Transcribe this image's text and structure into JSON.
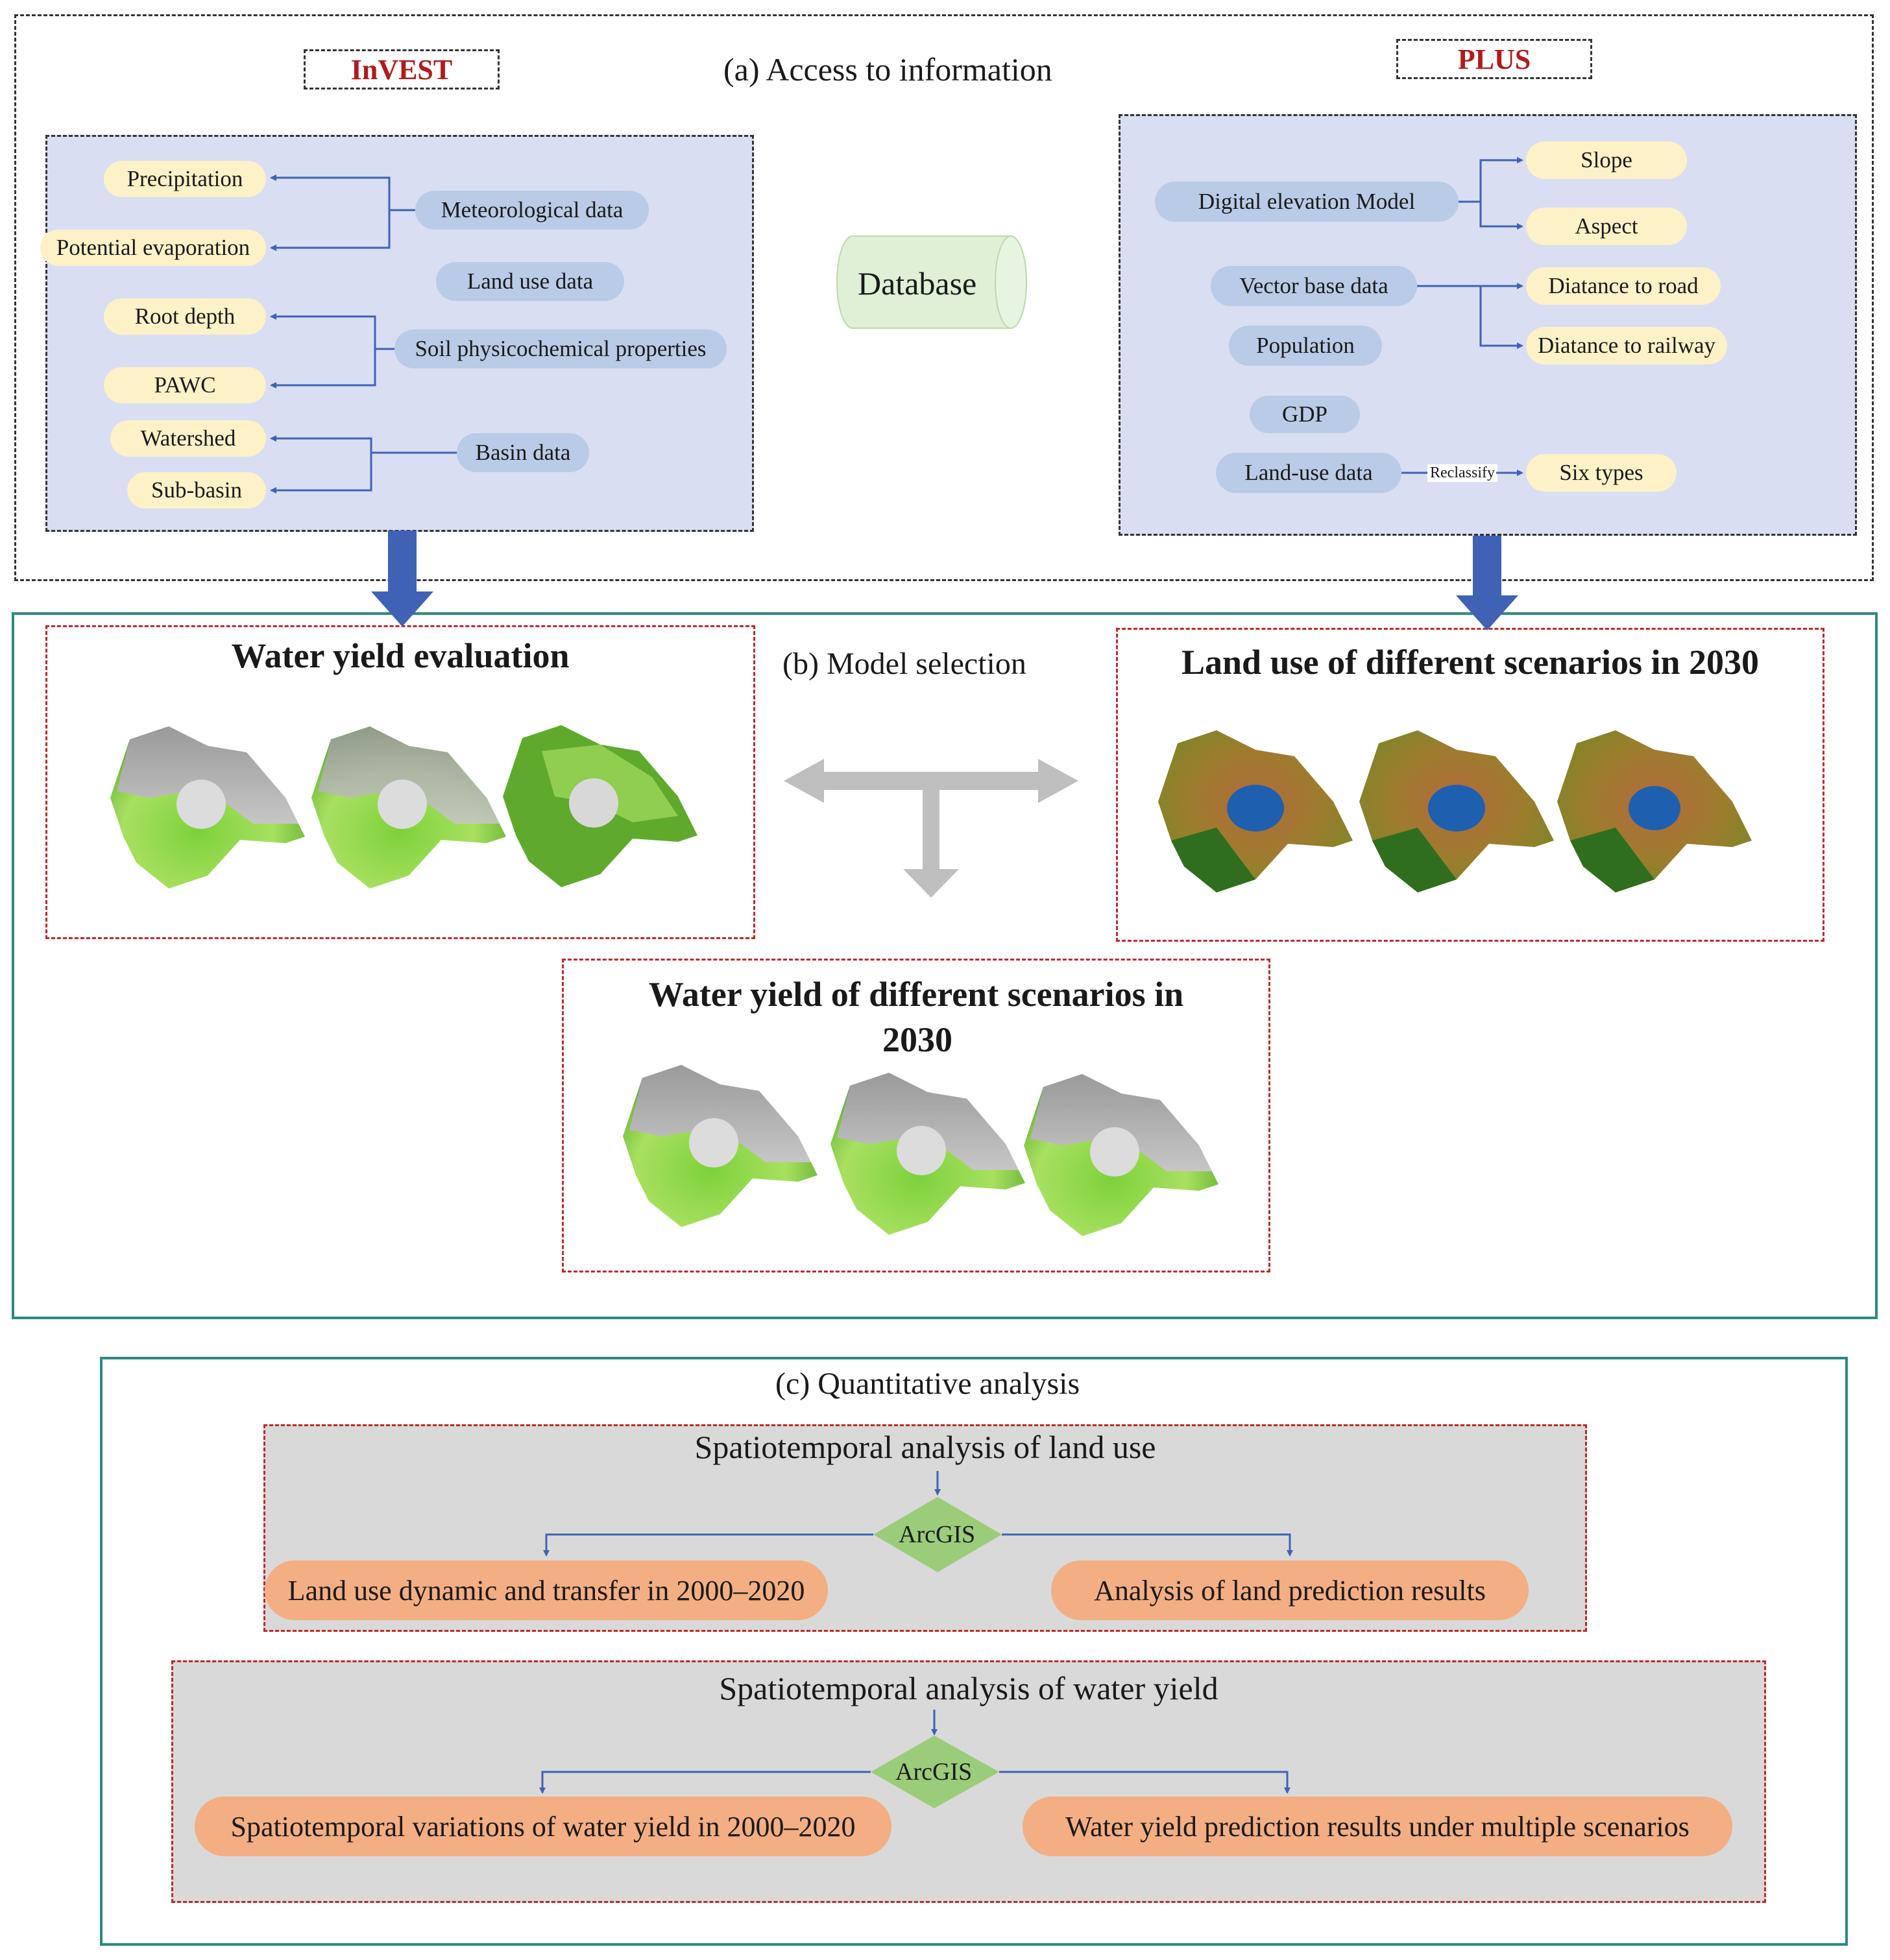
{
  "section_a": {
    "title": "(a) Access to information",
    "invest_label": "InVEST",
    "plus_label": "PLUS",
    "database_label": "Database",
    "invest": {
      "precipitation": "Precipitation",
      "potential_evaporation": "Potential evaporation",
      "meteorological": "Meteorological data",
      "land_use": "Land use data",
      "root_depth": "Root depth",
      "pawc": "PAWC",
      "soil": "Soil physicochemical properties",
      "watershed": "Watershed",
      "sub_basin": "Sub-basin",
      "basin": "Basin data"
    },
    "plus": {
      "dem": "Digital elevation Model",
      "slope": "Slope",
      "aspect": "Aspect",
      "vector": "Vector base data",
      "road": "Diatance to road",
      "railway": "Diatance to railway",
      "population": "Population",
      "gdp": "GDP",
      "land_use": "Land-use data",
      "reclassify": "Reclassify",
      "six_types": "Six types"
    }
  },
  "section_b": {
    "title": "(b) Model selection",
    "water_yield_eval": "Water yield evaluation",
    "land_use_scenarios": "Land use of different scenarios in 2030",
    "water_yield_scenarios_line1": "Water yield of different scenarios in",
    "water_yield_scenarios_line2": "2030"
  },
  "section_c": {
    "title": "(c) Quantitative analysis",
    "land_use_box": {
      "title": "Spatiotemporal analysis of land use",
      "tool": "ArcGIS",
      "left": "Land use dynamic and transfer in 2000–2020",
      "right": "Analysis of land prediction results"
    },
    "water_yield_box": {
      "title": "Spatiotemporal analysis of water yield",
      "tool": "ArcGIS",
      "left": "Spatiotemporal variations of water yield in 2000–2020",
      "right": "Water yield prediction results under multiple scenarios"
    }
  },
  "colors": {
    "panel_blue": "#d9def2",
    "pill_yellow": "#fdf1c8",
    "pill_blue": "#b9cbe6",
    "pill_orange": "#f3ae83",
    "diamond_green": "#9bcc7a",
    "arrow_blue": "#3f62b4",
    "teal_border": "#2a8a80",
    "red_dash": "#c0282c"
  }
}
